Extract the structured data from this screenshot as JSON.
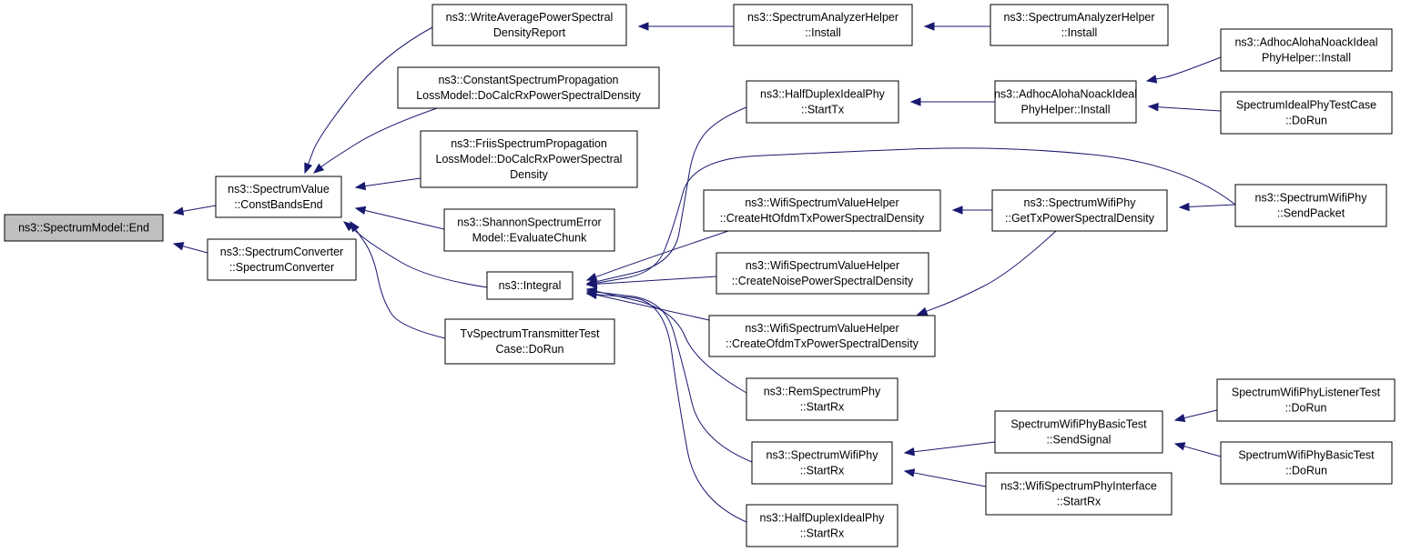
{
  "colors": {
    "edge": "#191970",
    "root_fill": "#bfbfbf",
    "node_fill": "#ffffff",
    "node_border": "#000000"
  },
  "nodes": [
    {
      "id": "n0",
      "lines": [
        "ns3::SpectrumModel::End"
      ]
    },
    {
      "id": "n1",
      "lines": [
        "ns3::SpectrumValue",
        "::ConstBandsEnd"
      ]
    },
    {
      "id": "n2",
      "lines": [
        "ns3::SpectrumConverter",
        "::SpectrumConverter"
      ]
    },
    {
      "id": "n3",
      "lines": [
        "ns3::WriteAveragePowerSpectral",
        "DensityReport"
      ]
    },
    {
      "id": "n4",
      "lines": [
        "ns3::ConstantSpectrumPropagation",
        "LossModel::DoCalcRxPowerSpectralDensity"
      ]
    },
    {
      "id": "n5",
      "lines": [
        "ns3::FriisSpectrumPropagation",
        "LossModel::DoCalcRxPowerSpectral",
        "Density"
      ]
    },
    {
      "id": "n6",
      "lines": [
        "ns3::ShannonSpectrumError",
        "Model::EvaluateChunk"
      ]
    },
    {
      "id": "n7",
      "lines": [
        "ns3::Integral"
      ]
    },
    {
      "id": "n8",
      "lines": [
        "TvSpectrumTransmitterTest",
        "Case::DoRun"
      ]
    },
    {
      "id": "n9",
      "lines": [
        "ns3::SpectrumAnalyzerHelper",
        "::Install"
      ]
    },
    {
      "id": "n10",
      "lines": [
        "ns3::SpectrumAnalyzerHelper",
        "::Install"
      ]
    },
    {
      "id": "n11",
      "lines": [
        "ns3::HalfDuplexIdealPhy",
        "::StartTx"
      ]
    },
    {
      "id": "n12",
      "lines": [
        "ns3::AdhocAlohaNoackIdeal",
        "PhyHelper::Install"
      ]
    },
    {
      "id": "n13",
      "lines": [
        "ns3::AdhocAlohaNoackIdeal",
        "PhyHelper::Install"
      ]
    },
    {
      "id": "n14",
      "lines": [
        "SpectrumIdealPhyTestCase",
        "::DoRun"
      ]
    },
    {
      "id": "n15",
      "lines": [
        "ns3::WifiSpectrumValueHelper",
        "::CreateHtOfdmTxPowerSpectralDensity"
      ]
    },
    {
      "id": "n16",
      "lines": [
        "ns3::SpectrumWifiPhy",
        "::GetTxPowerSpectralDensity"
      ]
    },
    {
      "id": "n17",
      "lines": [
        "ns3::SpectrumWifiPhy",
        "::SendPacket"
      ]
    },
    {
      "id": "n18",
      "lines": [
        "ns3::WifiSpectrumValueHelper",
        "::CreateNoisePowerSpectralDensity"
      ]
    },
    {
      "id": "n19",
      "lines": [
        "ns3::WifiSpectrumValueHelper",
        "::CreateOfdmTxPowerSpectralDensity"
      ]
    },
    {
      "id": "n20",
      "lines": [
        "ns3::RemSpectrumPhy",
        "::StartRx"
      ]
    },
    {
      "id": "n21",
      "lines": [
        "ns3::SpectrumWifiPhy",
        "::StartRx"
      ]
    },
    {
      "id": "n22",
      "lines": [
        "ns3::HalfDuplexIdealPhy",
        "::StartRx"
      ]
    },
    {
      "id": "n23",
      "lines": [
        "SpectrumWifiPhyBasicTest",
        "::SendSignal"
      ]
    },
    {
      "id": "n24",
      "lines": [
        "ns3::WifiSpectrumPhyInterface",
        "::StartRx"
      ]
    },
    {
      "id": "n25",
      "lines": [
        "SpectrumWifiPhyListenerTest",
        "::DoRun"
      ]
    },
    {
      "id": "n26",
      "lines": [
        "SpectrumWifiPhyBasicTest",
        "::DoRun"
      ]
    }
  ],
  "edges": [
    {
      "from": "n1",
      "to": "n0"
    },
    {
      "from": "n2",
      "to": "n0"
    },
    {
      "from": "n3",
      "to": "n1"
    },
    {
      "from": "n4",
      "to": "n1"
    },
    {
      "from": "n5",
      "to": "n1"
    },
    {
      "from": "n6",
      "to": "n1"
    },
    {
      "from": "n7",
      "to": "n1"
    },
    {
      "from": "n8",
      "to": "n1"
    },
    {
      "from": "n9",
      "to": "n3"
    },
    {
      "from": "n10",
      "to": "n9"
    },
    {
      "from": "n11",
      "to": "n7"
    },
    {
      "from": "n17",
      "to": "n7"
    },
    {
      "from": "n15",
      "to": "n7"
    },
    {
      "from": "n18",
      "to": "n7"
    },
    {
      "from": "n19",
      "to": "n7"
    },
    {
      "from": "n20",
      "to": "n7"
    },
    {
      "from": "n21",
      "to": "n7"
    },
    {
      "from": "n22",
      "to": "n7"
    },
    {
      "from": "n12",
      "to": "n11"
    },
    {
      "from": "n13",
      "to": "n12"
    },
    {
      "from": "n14",
      "to": "n12"
    },
    {
      "from": "n16",
      "to": "n15"
    },
    {
      "from": "n16",
      "to": "n19"
    },
    {
      "from": "n17",
      "to": "n16"
    },
    {
      "from": "n23",
      "to": "n21"
    },
    {
      "from": "n24",
      "to": "n21"
    },
    {
      "from": "n25",
      "to": "n23"
    },
    {
      "from": "n26",
      "to": "n23"
    }
  ]
}
